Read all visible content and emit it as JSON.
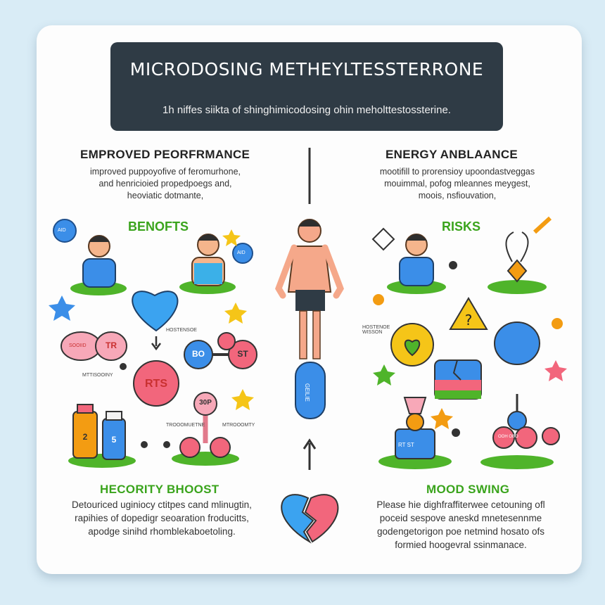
{
  "header": {
    "title": "MICRODOSING METHEYLTESSTERRONE",
    "subtitle": "1h niffes siikta of shinghimicodosing ohin meholttestossterine."
  },
  "left": {
    "heading": "EMPROVED PEORFRMANCE",
    "description": [
      "improved puppoyofive of feromurhone,",
      "and henricioied propedpoegs and,",
      "heoviatic dotmante,"
    ],
    "section_label": "BENOFTS",
    "badge_left": "AID",
    "badge_right": "AID",
    "bubble_left": "SOOIID",
    "bubble_right": "TR",
    "circle_center": "RTS",
    "molecule_left": "BO",
    "molecule_right": "ST",
    "molecule_bottom": "30P",
    "vial_left": "2",
    "vial_right": "5",
    "caption_a": "HOSTENSOE",
    "caption_b": "MTTISOOINY",
    "caption_c": "TROOOMUETNE",
    "caption_d": "MTROOOMTY"
  },
  "right": {
    "heading": "ENERGY ANBLAANCE",
    "description": [
      "mootifill to prorensioy upoondastveggas",
      "mouimmal, pofog mleannes meygest,",
      "moois, nsfiouvation,"
    ],
    "section_label": "RISKS",
    "caption": "HOSTENOE WISSON",
    "bottle_label": "RT  ST",
    "molecule_label": "OOH  OBO"
  },
  "center": {
    "capsule_label": "GEILIE"
  },
  "bottom_left": {
    "heading": "HECORITY BHOOST",
    "lines": [
      "Detouriced uginiocy ctitpes cand mlinugtin,",
      "rapihies of dopedigr seoaration froducitts,",
      "apodge sinihd rhomblekaboetoling."
    ]
  },
  "bottom_right": {
    "heading": "MOOD SWING",
    "lines": [
      "Please hie dighfraffiterwee cetouning ofl",
      "poceid sespove aneskd mnetesennme",
      "godengetorigon poe netmind hosato ofs",
      "formied hoogevral ssinmanace."
    ]
  },
  "colors": {
    "background": "#d9ecf6",
    "banner": "#2f3b45",
    "accent_green": "#3aa41c",
    "blue": "#3b8ee8",
    "pink": "#f2667c",
    "orange": "#f39c12"
  }
}
